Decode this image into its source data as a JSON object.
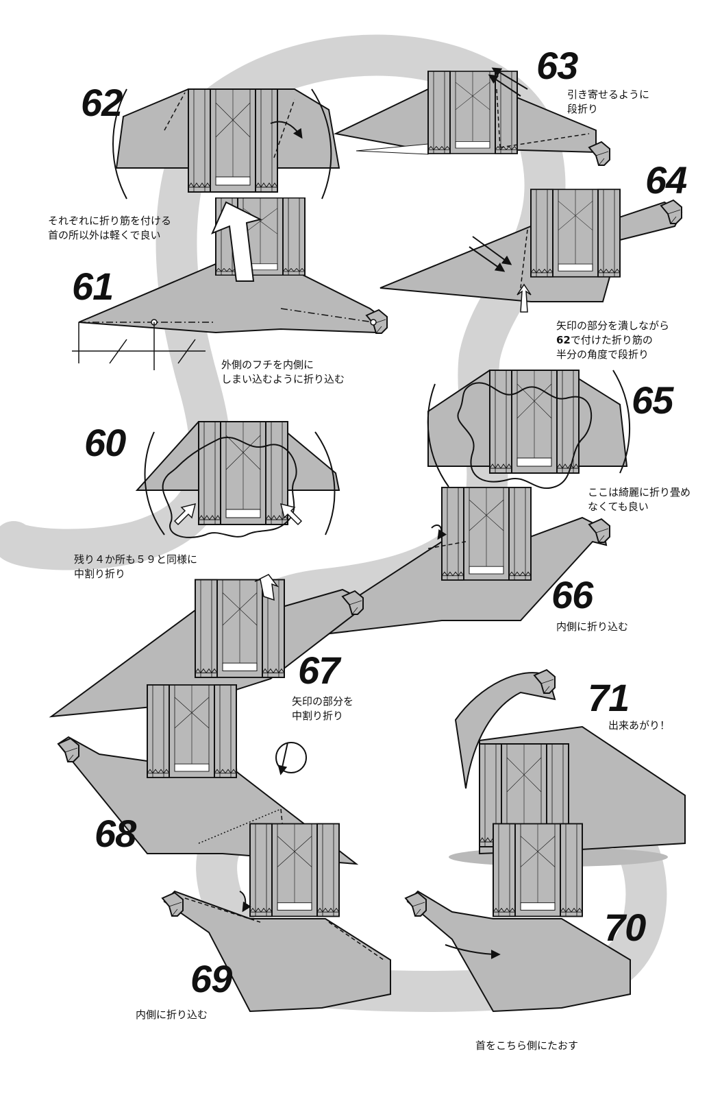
{
  "steps": [
    {
      "number": "62",
      "caption": [
        "それぞれに折り筋を付ける",
        "首の所以外は軽くで良い"
      ]
    },
    {
      "number": "63",
      "caption": [
        "引き寄せるように",
        "段折り"
      ]
    },
    {
      "number": "64",
      "caption": [
        "矢印の部分を潰しながら",
        "で付けた折り筋の",
        "半分の角度で段折り"
      ],
      "ref": "62"
    },
    {
      "number": "61",
      "caption": [
        "外側のフチを内側に",
        "しまい込むように折り込む"
      ]
    },
    {
      "number": "65",
      "caption": [
        "ここは綺麗に折り畳め",
        "なくても良い"
      ]
    },
    {
      "number": "60",
      "caption": [
        "残り４か所も５９と同様に",
        "中割り折り"
      ]
    },
    {
      "number": "66",
      "caption": [
        "内側に折り込む"
      ]
    },
    {
      "number": "67",
      "caption": [
        "矢印の部分を",
        "中割り折り"
      ]
    },
    {
      "number": "71",
      "caption": [
        "出来あがり！"
      ]
    },
    {
      "number": "68",
      "caption": []
    },
    {
      "number": "69",
      "caption": [
        "内側に折り込む"
      ]
    },
    {
      "number": "70",
      "caption": [
        "首をこちら側にたおす"
      ]
    }
  ],
  "colors": {
    "paper": "#b9b9b9",
    "path": "#d3d3d3",
    "line": "#111111",
    "background": "#ffffff"
  }
}
